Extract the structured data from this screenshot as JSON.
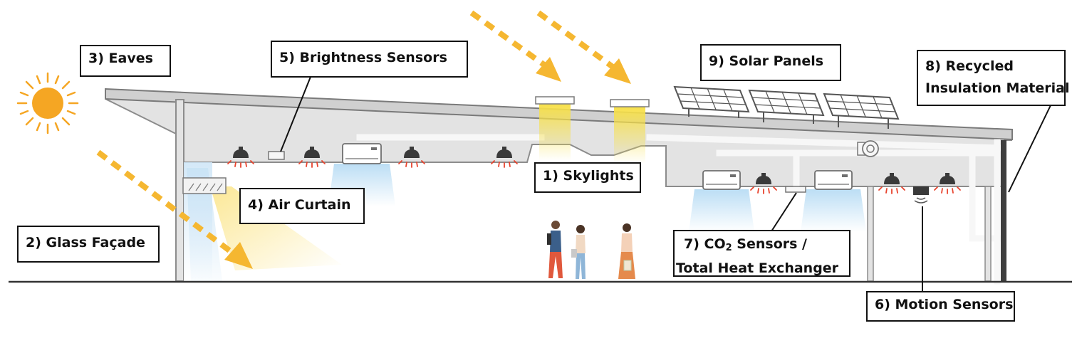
{
  "labels": {
    "eaves": "3) Eaves",
    "brightness": "5) Brightness Sensors",
    "solar": "9) Solar Panels",
    "recycled_1": "8) Recycled",
    "recycled_2": "Insulation Material",
    "skylights": "1) Skylights",
    "air_curtain": "4) Air Curtain",
    "glass": "2) Glass Façade",
    "co2_prefix": "7) CO",
    "co2_sub": "2",
    "co2_suffix": " Sensors /",
    "co2_line2": "Total Heat Exchanger",
    "motion": "6) Motion Sensors"
  },
  "colors": {
    "sun": "#f5a623",
    "sunlight_arrow": "#f5b731",
    "building_fill": "#e3e3e3",
    "building_outline": "#8c8c8c",
    "duct": "#f4f4f4",
    "skylight_glow": "#f7e04a",
    "airflow": "#b8dcf4",
    "lamp_glow": "#e8432d",
    "ground_line": "#333333"
  },
  "icons": [
    "sun-icon",
    "sunlight-arrow-icon",
    "ceiling-lamp-icon",
    "air-conditioner-icon",
    "solar-panel-icon",
    "person-icon",
    "ventilation-fan-icon",
    "motion-sensor-icon"
  ]
}
